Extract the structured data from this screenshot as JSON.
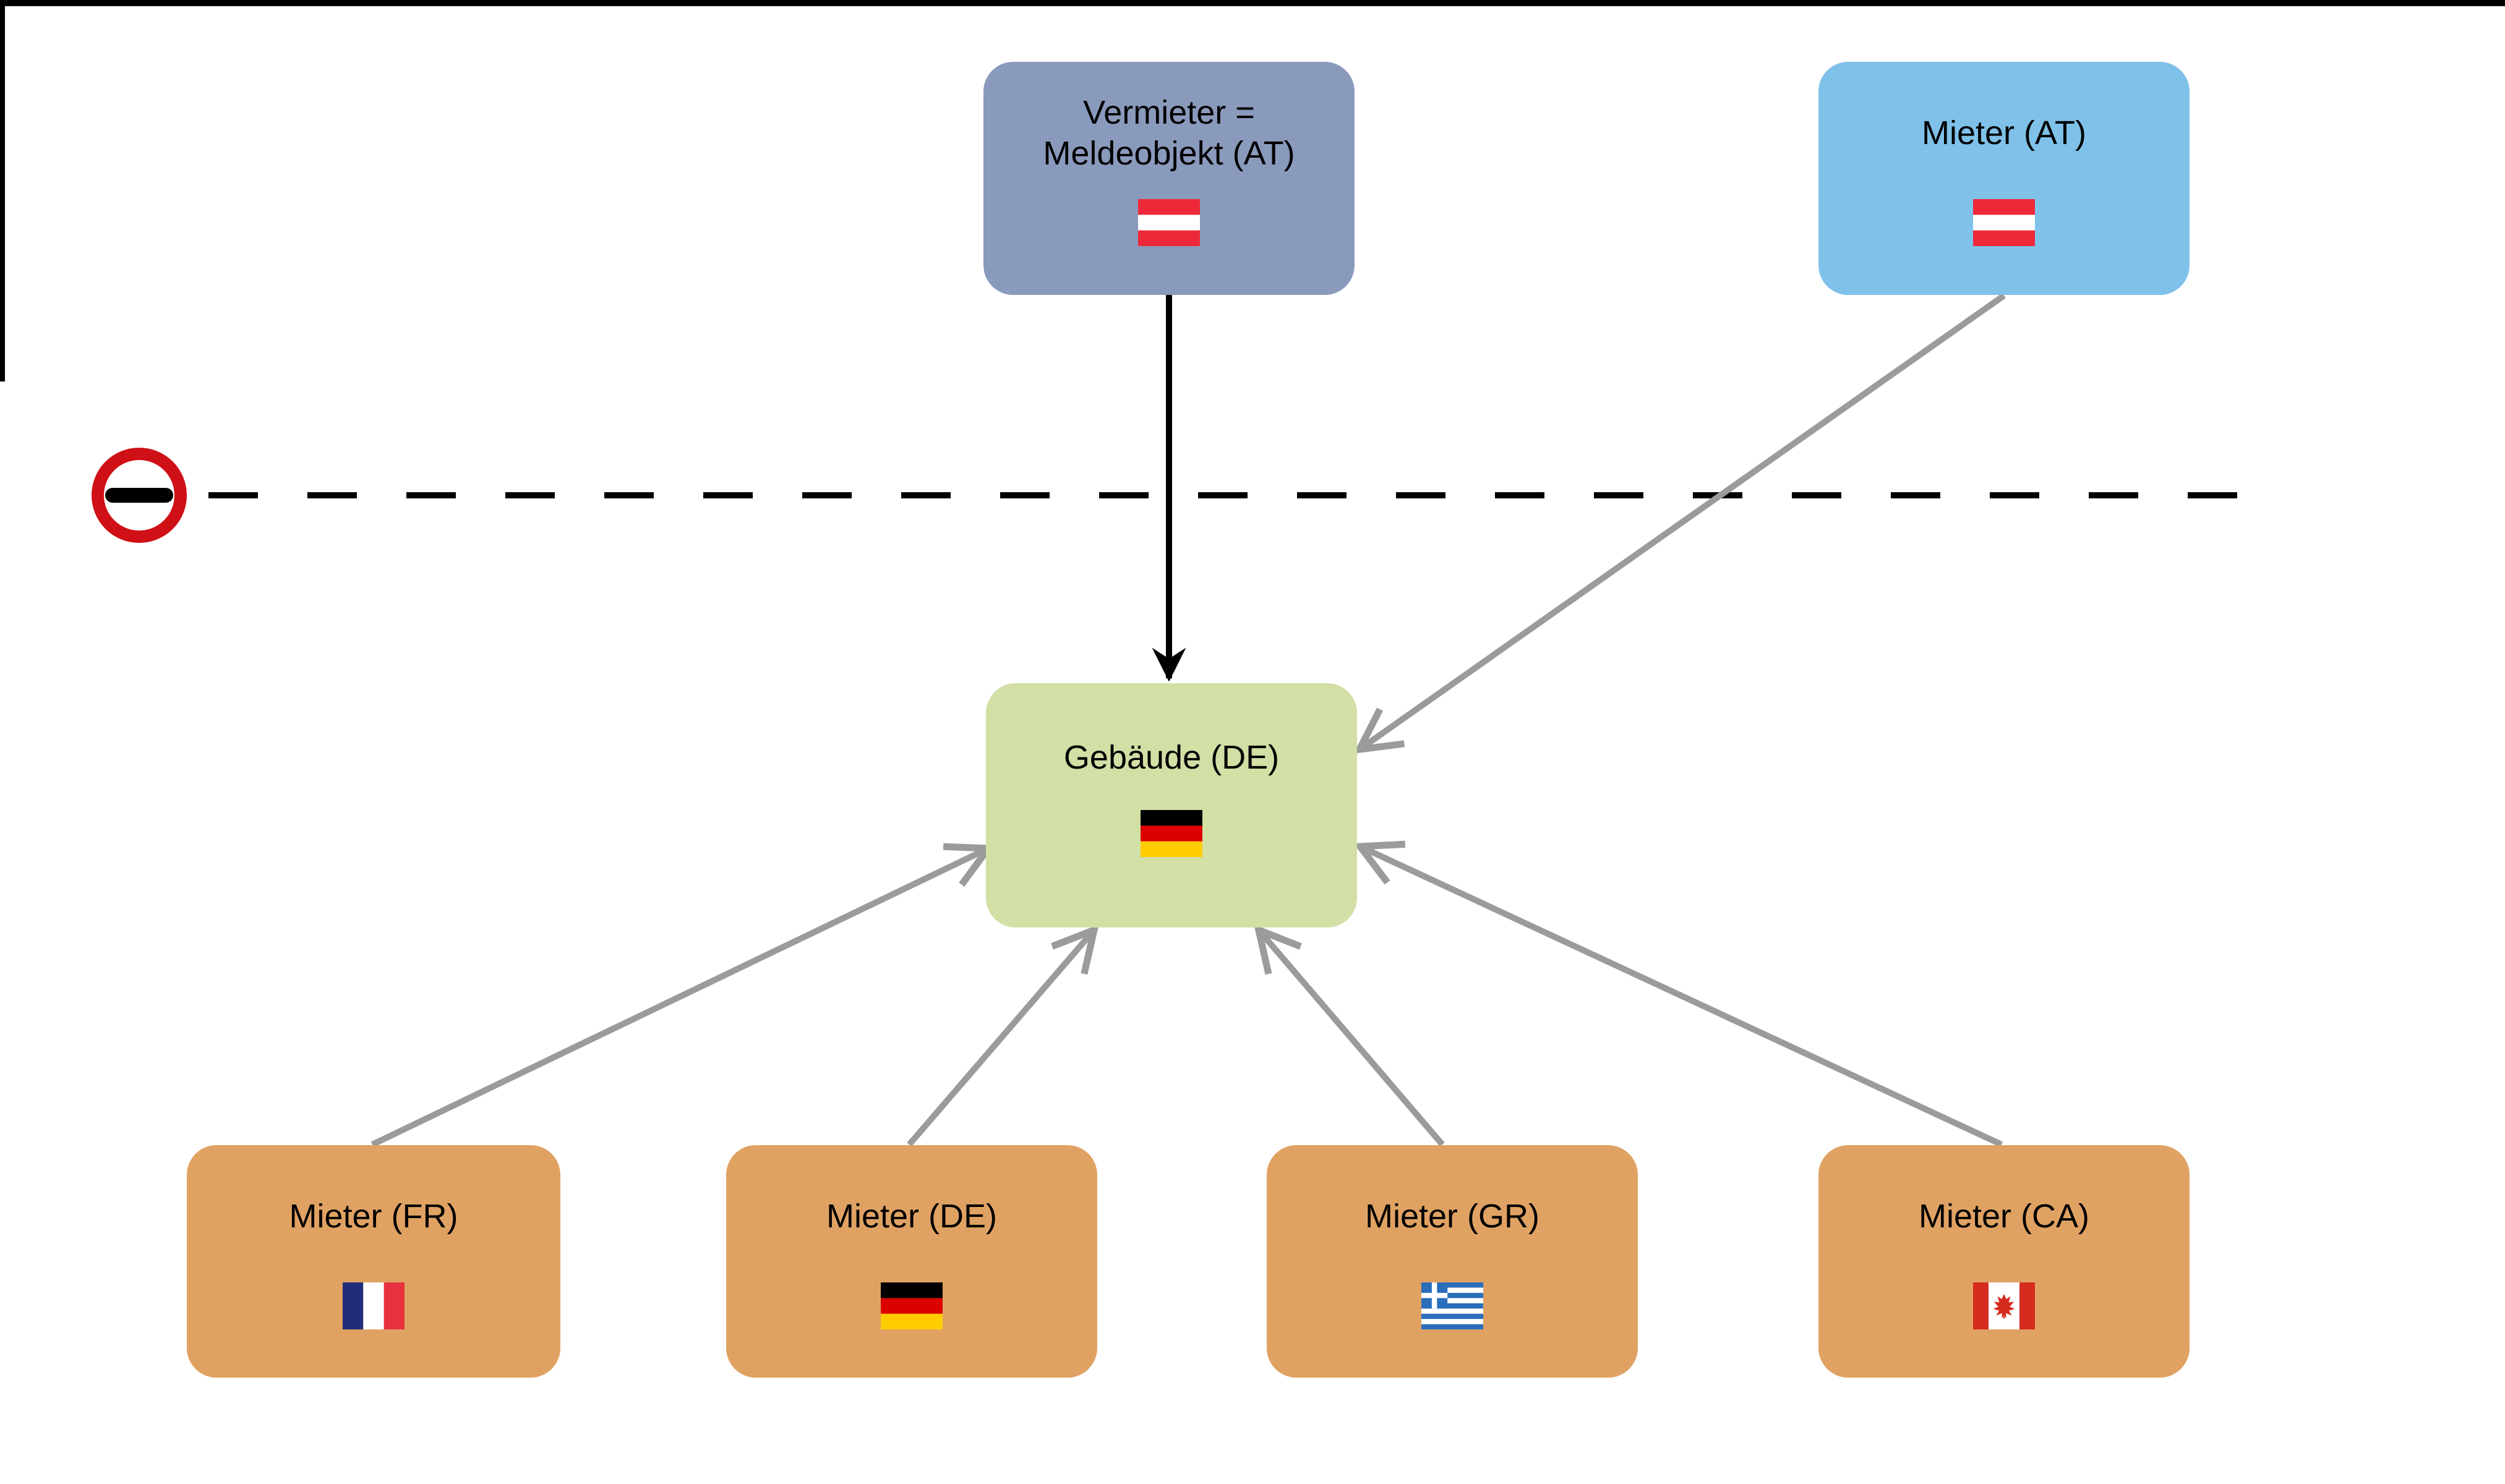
{
  "canvas": {
    "background": "#ffffff"
  },
  "frame": {
    "border_color": "#000000"
  },
  "divider": {
    "style": "dashed",
    "color": "#000000",
    "symbol": "no-entry-icon",
    "ring_color": "#cf1016",
    "bar_color": "#000000"
  },
  "nodes": {
    "vermieter": {
      "label": "Vermieter =\nMeldeobjekt (AT)",
      "flag": "austria-flag-icon",
      "color": "#8a9abc"
    },
    "mieter_at": {
      "label": "Mieter (AT)",
      "flag": "austria-flag-icon",
      "color": "#7fc1e9"
    },
    "gebaeude": {
      "label": "Gebäude (DE)",
      "flag": "germany-flag-icon",
      "color": "#d2dfa5"
    },
    "mieter_fr": {
      "label": "Mieter (FR)",
      "flag": "france-flag-icon",
      "color": "#e0a263"
    },
    "mieter_de": {
      "label": "Mieter (DE)",
      "flag": "germany-flag-icon",
      "color": "#e0a263"
    },
    "mieter_gr": {
      "label": "Mieter (GR)",
      "flag": "greece-flag-icon",
      "color": "#e0a263"
    },
    "mieter_ca": {
      "label": "Mieter (CA)",
      "flag": "canada-flag-icon",
      "color": "#e0a263"
    }
  },
  "edges": [
    {
      "from": "vermieter",
      "to": "gebaeude",
      "color": "#000000",
      "arrow": "filled"
    },
    {
      "from": "mieter_at",
      "to": "gebaeude",
      "color": "#9b9b9b",
      "arrow": "open"
    },
    {
      "from": "mieter_fr",
      "to": "gebaeude",
      "color": "#9b9b9b",
      "arrow": "open"
    },
    {
      "from": "mieter_de",
      "to": "gebaeude",
      "color": "#9b9b9b",
      "arrow": "open"
    },
    {
      "from": "mieter_gr",
      "to": "gebaeude",
      "color": "#9b9b9b",
      "arrow": "open"
    },
    {
      "from": "mieter_ca",
      "to": "gebaeude",
      "color": "#9b9b9b",
      "arrow": "open"
    }
  ],
  "flag_colors": {
    "austria": [
      "#ed2939",
      "#ffffff",
      "#ed2939"
    ],
    "germany": [
      "#000000",
      "#dd0000",
      "#ffcc00"
    ],
    "france": [
      "#1f2d7b",
      "#ffffff",
      "#e8313e"
    ],
    "greece": [
      "#2a6ebb",
      "#ffffff"
    ],
    "canada": [
      "#d52b1e",
      "#ffffff"
    ]
  }
}
